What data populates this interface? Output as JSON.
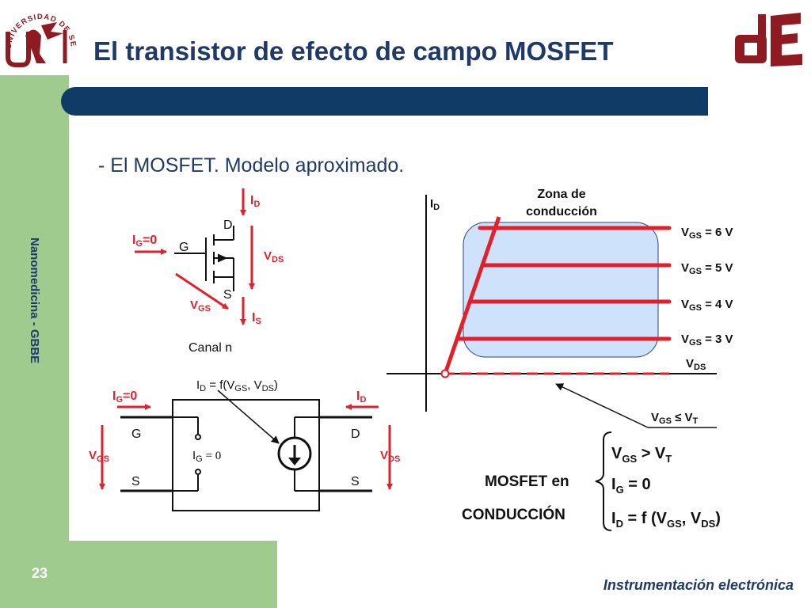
{
  "header": {
    "title": "El transistor de efecto de campo MOSFET",
    "university_logo_text": "UNIVERSIDAD DE SEVILLA",
    "dept_logo_text": "dE"
  },
  "sidebar": {
    "vertical_text": "Nanomedicina - GBBE"
  },
  "footer": {
    "page_number": "23",
    "course": "Instrumentación electrónica"
  },
  "main": {
    "subtitle": "- El MOSFET. Modelo aproximado.",
    "symbol": {
      "drain": "D",
      "gate": "G",
      "source": "S",
      "id_label": "I",
      "id_sub": "D",
      "ig_label": "I",
      "ig_sub": "G",
      "ig_value": "=0",
      "vds_label": "V",
      "vds_sub": "DS",
      "vgs_label": "V",
      "vgs_sub": "GS",
      "is_label": "I",
      "is_sub": "S",
      "caption": "Canal n"
    },
    "model": {
      "formula_pre": "I",
      "formula_sub1": "D",
      "formula_mid": " = f(V",
      "formula_sub2": "GS",
      "formula_mid2": ", V",
      "formula_sub3": "DS",
      "formula_end": ")",
      "ig_label": "I",
      "ig_sub": "G",
      "ig_value": "=0",
      "id_label": "I",
      "id_sub": "D",
      "g": "G",
      "s_left": "S",
      "d": "D",
      "s_right": "S",
      "vgs_label": "V",
      "vgs_sub": "GS",
      "vds_label": "V",
      "vds_sub": "DS",
      "ig_zero": "I",
      "ig_zero_sub": "G",
      "ig_zero_val": " = 0"
    },
    "graph": {
      "y_label": "I",
      "y_sub": "D",
      "x_label": "V",
      "x_sub": "DS",
      "zone_line1": "Zona de",
      "zone_line2": "conducción",
      "curves": [
        {
          "label": "V",
          "sub": "GS",
          "value": " = 6 V"
        },
        {
          "label": "V",
          "sub": "GS",
          "value": " = 5 V"
        },
        {
          "label": "V",
          "sub": "GS",
          "value": " = 4 V"
        },
        {
          "label": "V",
          "sub": "GS",
          "value": " = 3 V"
        }
      ],
      "cutoff_label": "V",
      "cutoff_sub": "GS",
      "cutoff_value": " ≤ V",
      "cutoff_sub2": "T"
    },
    "conditions": {
      "mosfet_en": "MOSFET en",
      "conduccion": "CONDUCCIÓN",
      "c1_a": "V",
      "c1_sub": "GS",
      "c1_b": " > V",
      "c1_sub2": "T",
      "c2_a": "I",
      "c2_sub": "G",
      "c2_b": " = 0",
      "c3_a": "I",
      "c3_sub": "D",
      "c3_b": " = f (V",
      "c3_sub2": "GS",
      "c3_c": ", V",
      "c3_sub3": "DS",
      "c3_d": ")"
    }
  },
  "colors": {
    "navy": "#0f3b66",
    "green": "#9fcb8f",
    "red": "#e2202a",
    "zone": "#cfe2fb",
    "logo_red": "#8e1b22"
  }
}
